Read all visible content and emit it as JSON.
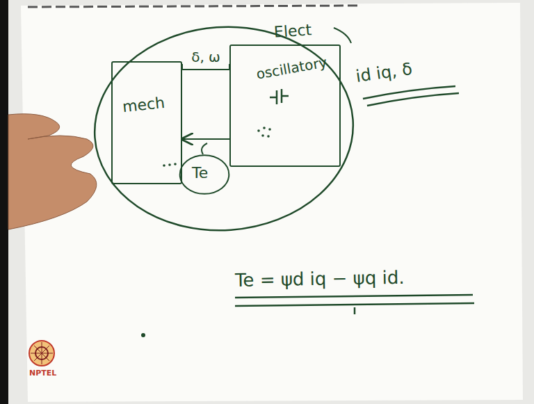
{
  "diagram": {
    "nodes": [
      {
        "text": [
          "mech"
        ]
      },
      {
        "text": [
          "Elect",
          "oscillatory"
        ]
      },
      {
        "text": [
          "Te"
        ]
      }
    ],
    "edges": [
      {
        "from": 0,
        "to": 1,
        "label": "δ, ω",
        "arrow": "none"
      },
      {
        "from": 1,
        "to": 0,
        "arrow": "to"
      }
    ],
    "labels": [
      "id iq, δ",
      "Te = ψd iq − ψq id.",
      "NPTEL"
    ]
  }
}
